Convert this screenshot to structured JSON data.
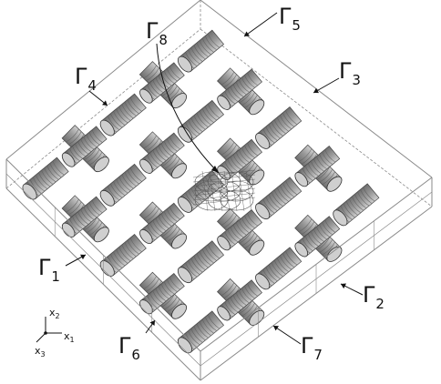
{
  "figure": {
    "boundary_labels": [
      {
        "id": "g1",
        "symbol": "Γ",
        "index": "1"
      },
      {
        "id": "g2",
        "symbol": "Γ",
        "index": "2"
      },
      {
        "id": "g3",
        "symbol": "Γ",
        "index": "3"
      },
      {
        "id": "g4",
        "symbol": "Γ",
        "index": "4"
      },
      {
        "id": "g5",
        "symbol": "Γ",
        "index": "5"
      },
      {
        "id": "g6",
        "symbol": "Γ",
        "index": "6"
      },
      {
        "id": "g7",
        "symbol": "Γ",
        "index": "7"
      },
      {
        "id": "g8",
        "symbol": "Γ",
        "index": "8"
      }
    ],
    "axes": [
      {
        "id": "x1",
        "symbol": "x",
        "index": "1"
      },
      {
        "id": "x2",
        "symbol": "x",
        "index": "2"
      },
      {
        "id": "x3",
        "symbol": "x",
        "index": "3"
      }
    ],
    "colors": {
      "fiber_fill": "#9a9a9a",
      "fiber_end": "#cfcfcf",
      "box_line": "#8a8a8a",
      "leader": "#111111",
      "inclusion_wire": "#555555"
    }
  }
}
